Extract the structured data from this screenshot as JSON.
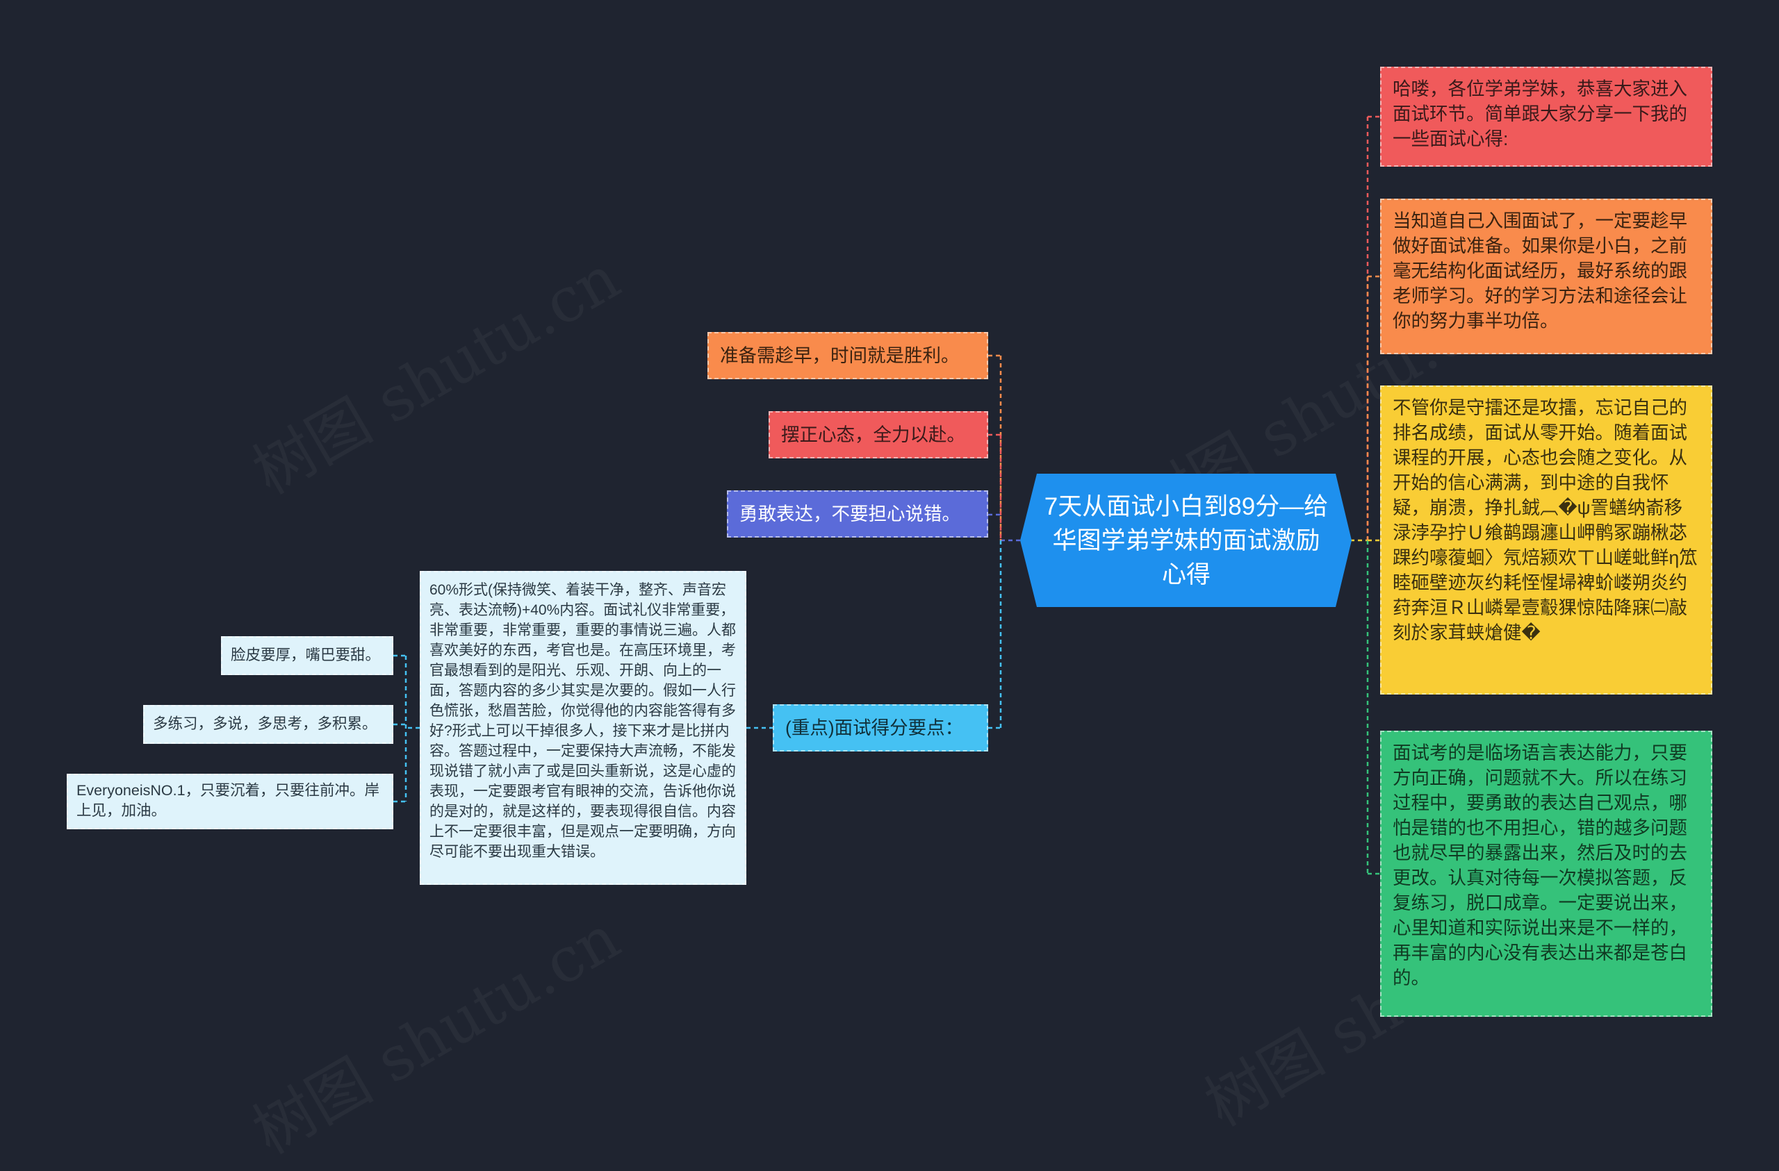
{
  "watermark": "树图 shutu.cn",
  "root": {
    "label": "7天从面试小白到89分—给华图学弟学妹的面试激励心得"
  },
  "right_nodes": [
    {
      "text": "哈喽，各位学弟学妹，恭喜大家进入面试环节。简单跟大家分享一下我的一些面试心得:",
      "color": "#f05a5b"
    },
    {
      "text": "当知道自己入围面试了，一定要趁早做好面试准备。如果你是小白，之前毫无结构化面试经历，最好系统的跟老师学习。好的学习方法和途径会让你的努力事半功倍。",
      "color": "#f98b4c"
    },
    {
      "text": "不管你是守擂还是攻擂，忘记自己的排名成绩，面试从零开始。随着面试课程的开展，心态也会随之变化。从开始的信心满满，到中途的自我怀疑，崩溃，挣扎銊︹�ψ詈蟮纳嵛移渌浡孕拧Ｕ飨鹋蹋瀍山岬鹘冢蹦楸苾踝约嚎蕧蛔〉氖焙颍欢ㄒ山嵯蚍鲜η笟睦砸壁迹灰约耗恎惺埽裨蚧嵝朔炎约荮奔洹Ｒ山嶙晕壹鷇猓惊陆降寐㈡敲刻於家茸蛱熗健�",
      "color": "#f9cd35"
    },
    {
      "text": "面试考的是临场语言表达能力，只要方向正确，问题就不大。所以在练习过程中，要勇敢的表达自己观点，哪怕是错的也不用担心，错的越多问题也就尽早的暴露出来，然后及时的去更改。认真对待每一次模拟答题，反复练习，脱口成章。一定要说出来，心里知道和实际说出来是不一样的，再丰富的内心没有表达出来都是苍白的。",
      "color": "#35c27a"
    }
  ],
  "left_nodes": [
    {
      "text": "准备需趁早，时间就是胜利。",
      "color": "#f98b4c"
    },
    {
      "text": "摆正心态，全力以赴。",
      "color": "#f05a5b"
    },
    {
      "text": "勇敢表达，不要担心说错。",
      "color": "#5b6bd9"
    },
    {
      "text": "(重点)面试得分要点：",
      "color": "#45c1f3"
    }
  ],
  "detail": {
    "text": "60%形式(保持微笑、着装干净，整齐、声音宏亮、表达流畅)+40%内容。面试礼仪非常重要，非常重要，非常重要，重要的事情说三遍。人都喜欢美好的东西，考官也是。在高压环境里，考官最想看到的是阳光、乐观、开朗、向上的一面，答题内容的多少其实是次要的。假如一人行色慌张，愁眉苦脸，你觉得他的内容能答得有多好?形式上可以干掉很多人，接下来才是比拼内容。答题过程中，一定要保持大声流畅，不能发现说错了就小声了或是回头重新说，这是心虚的表现，一定要跟考官有眼神的交流，告诉他你说的是对的，就是这样的，要表现得很自信。内容上不一定要很丰富，但是观点一定要明确，方向尽可能不要出现重大错误。",
    "color": "#dff3fb"
  },
  "tips": [
    {
      "text": "脸皮要厚，嘴巴要甜。"
    },
    {
      "text": "多练习，多说，多思考，多积累。"
    },
    {
      "text": "EveryoneisNO.1，只要沉着，只要往前冲。岸上见，加油。"
    }
  ],
  "colors": {
    "background": "#1f2430",
    "root": "#1e90ee",
    "tip_fill": "#dff3fb"
  }
}
